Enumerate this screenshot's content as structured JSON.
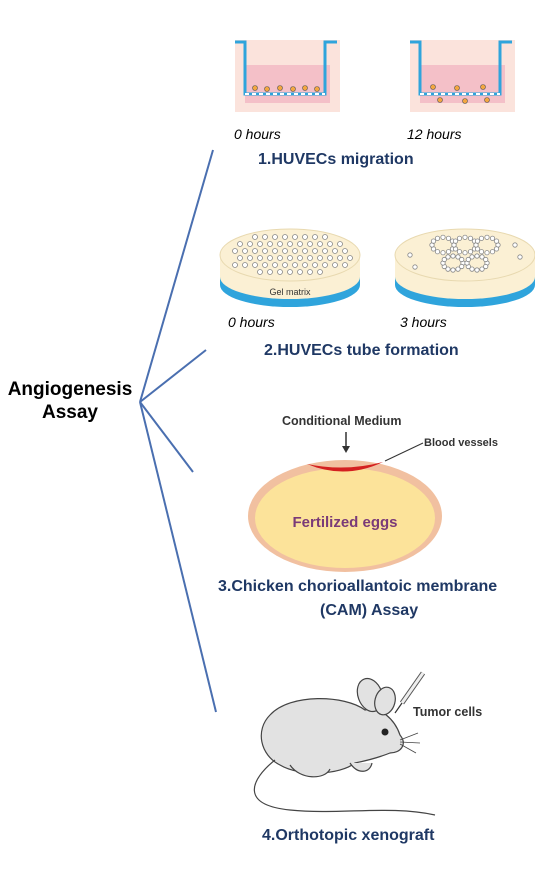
{
  "root": {
    "line1": "Angiogenesis",
    "line2": "Assay"
  },
  "sections": {
    "migration": {
      "title": "1.HUVECs migration",
      "time_left": "0 hours",
      "time_right": "12 hours"
    },
    "tube": {
      "title": "2.HUVECs tube formation",
      "time_left": "0 hours",
      "time_right": "3 hours",
      "gel_label": "Gel matrix"
    },
    "cam": {
      "title_line1": "3.Chicken chorioallantoic membrane",
      "title_line2": "(CAM) Assay",
      "medium_label": "Conditional Medium",
      "vessels_label": "Blood vessels",
      "egg_label": "Fertilized eggs"
    },
    "xenograft": {
      "title": "4.Orthotopic xenograft",
      "tumor_label": "Tumor cells"
    }
  },
  "colors": {
    "branch": "#4a6fb0",
    "title": "#1f3864",
    "insert_blue": "#2fa4dc",
    "medium_pink": "#f4c0c8",
    "egg_fill": "#fce39a",
    "egg_shell": "#f1c0a0",
    "blood": "#d42020",
    "egg_text": "#7a3a78"
  }
}
